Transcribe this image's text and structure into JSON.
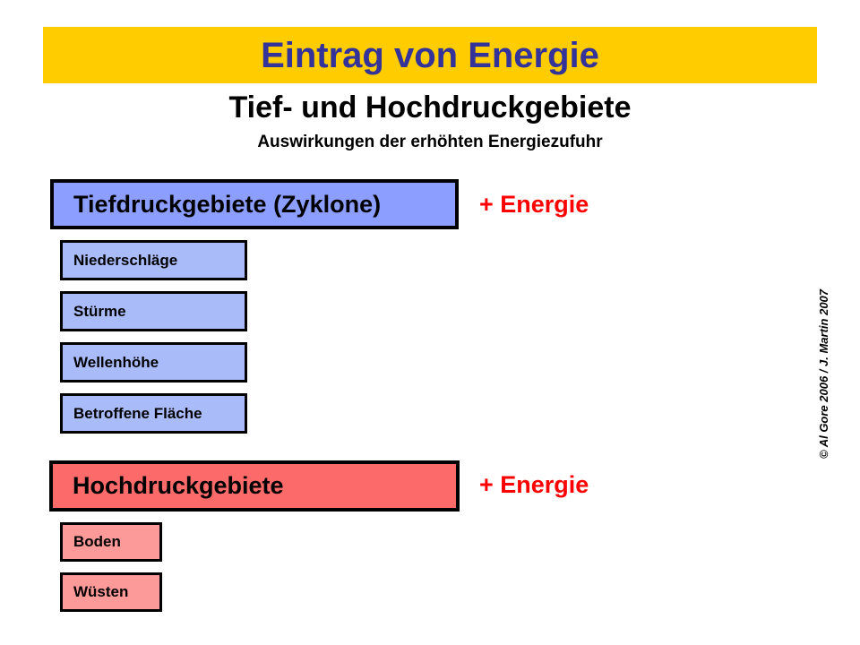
{
  "slide": {
    "banner": {
      "title": "Eintrag von Energie",
      "background_color": "#ffcc00",
      "text_color": "#333399"
    },
    "heading_main": "Tief- und Hochdruckgebiete",
    "heading_sub": "Auswirkungen der erhöhten Energiezufuhr",
    "groups": [
      {
        "id": "low-pressure",
        "header_label": "Tiefdruckgebiete (Zyklone)",
        "header_color": "#8c9eff",
        "child_color": "#aabbfa",
        "annotation": "+ Energie",
        "annotation_color": "#ff0000",
        "children": [
          {
            "label": "Niederschläge"
          },
          {
            "label": "Stürme"
          },
          {
            "label": "Wellenhöhe"
          },
          {
            "label": "Betroffene Fläche"
          }
        ]
      },
      {
        "id": "high-pressure",
        "header_label": "Hochdruckgebiete",
        "header_color": "#fc6a6a",
        "child_color": "#fc9999",
        "annotation": "+ Energie",
        "annotation_color": "#ff0000",
        "children": [
          {
            "label": "Boden"
          },
          {
            "label": "Wüsten"
          }
        ]
      }
    ],
    "copyright": "© Al Gore 2006 / J. Martin 2007"
  }
}
